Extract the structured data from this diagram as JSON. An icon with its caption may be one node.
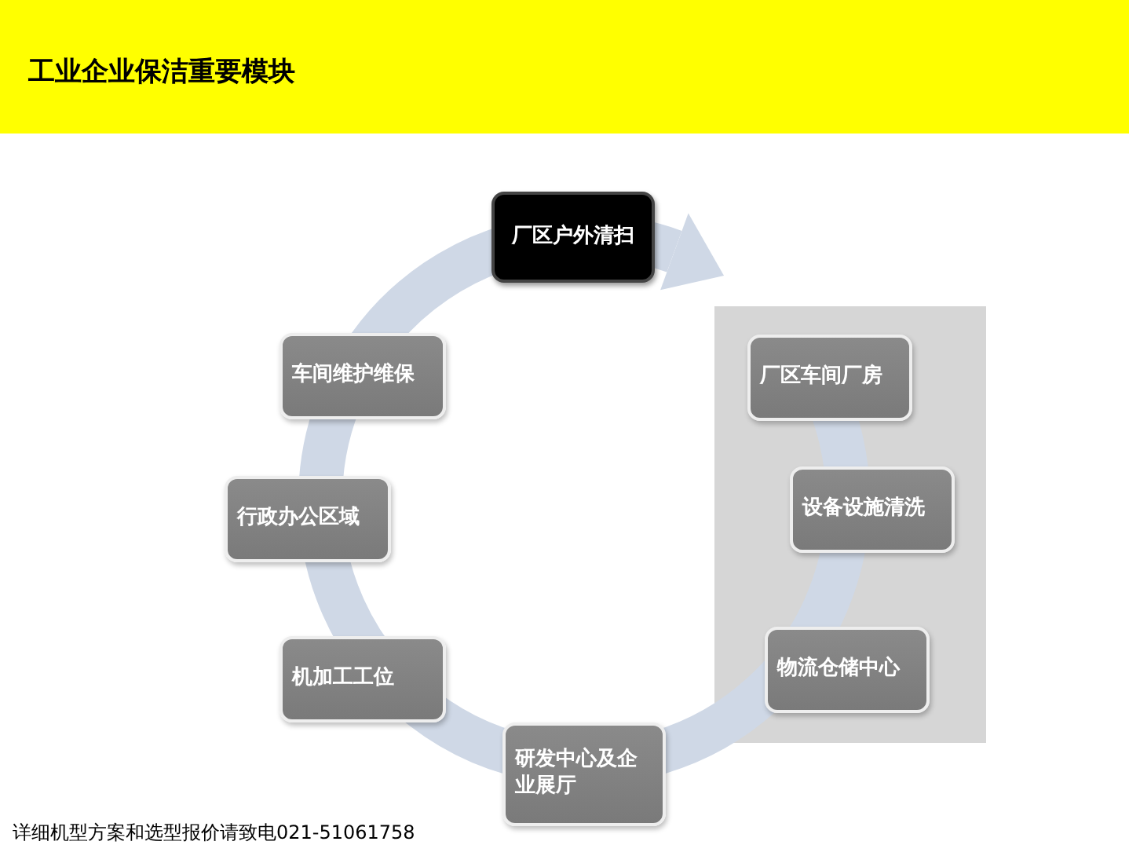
{
  "diagram": {
    "title": "工业企业保洁重要模块",
    "nodes": [
      {
        "text": [
          "厂区户外清扫"
        ]
      },
      {
        "text": [
          "车间维护维保"
        ]
      },
      {
        "text": [
          "行政办公区域"
        ]
      },
      {
        "text": [
          "机加工工位"
        ]
      },
      {
        "text": [
          "研发中心及企业展厅"
        ]
      },
      {
        "text": [
          "厂区车间厂房"
        ]
      },
      {
        "text": [
          "设备设施清洗"
        ]
      },
      {
        "text": [
          "物流仓储中心"
        ]
      }
    ],
    "labels": [
      "详细机型方案和选型报价请致电021-51061758"
    ]
  }
}
